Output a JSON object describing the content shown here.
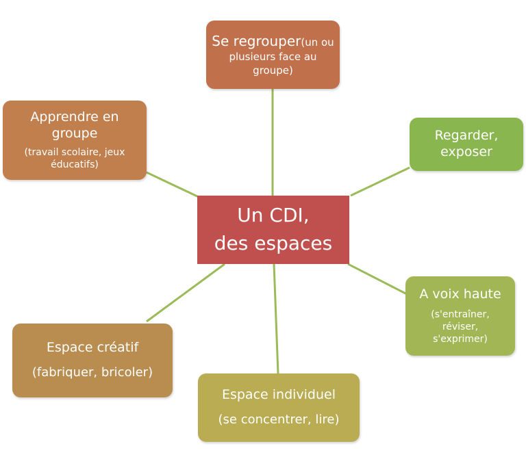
{
  "colors": {
    "connector": "#9bbb59",
    "center": "#c0504d",
    "regrouper": "#c0704b",
    "apprendre": "#c27f4e",
    "regarder": "#8ab650",
    "voix": "#a3b656",
    "creatif": "#b98d4f",
    "individuel": "#b9ac53"
  },
  "center": {
    "line1": "Un CDI,",
    "line2": "des espaces"
  },
  "regrouper": {
    "title": "Se regrouper",
    "detail": "(un ou plusieurs face au groupe)"
  },
  "apprendre": {
    "title": "Apprendre en groupe",
    "detail": "(travail scolaire, jeux éducatifs)"
  },
  "regarder": {
    "title": "Regarder, exposer"
  },
  "voix": {
    "title": "A voix haute",
    "detail": "(s'entraîner, réviser, s'exprimer)"
  },
  "creatif": {
    "title": "Espace créatif",
    "detail": "(fabriquer, bricoler)"
  },
  "individuel": {
    "title": "Espace individuel",
    "detail": "(se concentrer, lire)"
  }
}
